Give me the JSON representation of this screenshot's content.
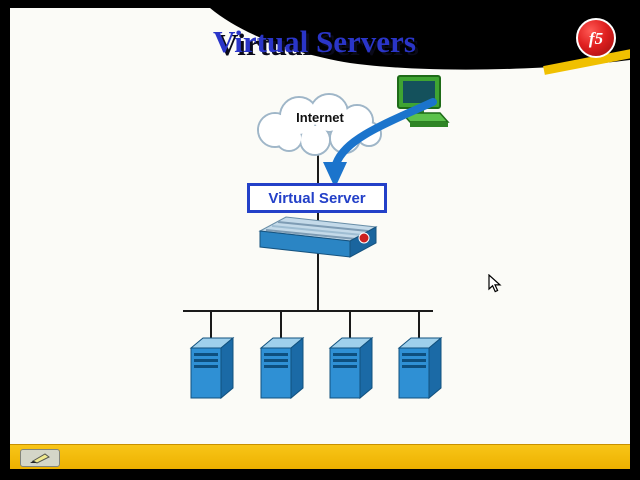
{
  "slide": {
    "title": "Virtual Servers",
    "logo": {
      "text": "f5"
    },
    "diagram": {
      "internet_label": "Internet",
      "virtual_server_label": "Virtual Server",
      "server_count": 4
    }
  },
  "icons": {
    "logo": "f5-red-ball",
    "cloud": "internet-cloud",
    "client": "client-computer",
    "arrow": "traffic-flow-arrow",
    "appliance": "bigip-device",
    "servers": "server-tower",
    "pen": "annotation-pen",
    "cursor": "mouse-arrow"
  },
  "colors": {
    "accent_yellow": "#f0c000",
    "title_blue": "#2a35c8",
    "box_border_blue": "#2340c8",
    "arrow_blue": "#1b74cc",
    "server_blue": "#2f90d4",
    "logo_red": "#d41f2c",
    "background": "#000000",
    "slide_background": "#fbfbf7"
  }
}
